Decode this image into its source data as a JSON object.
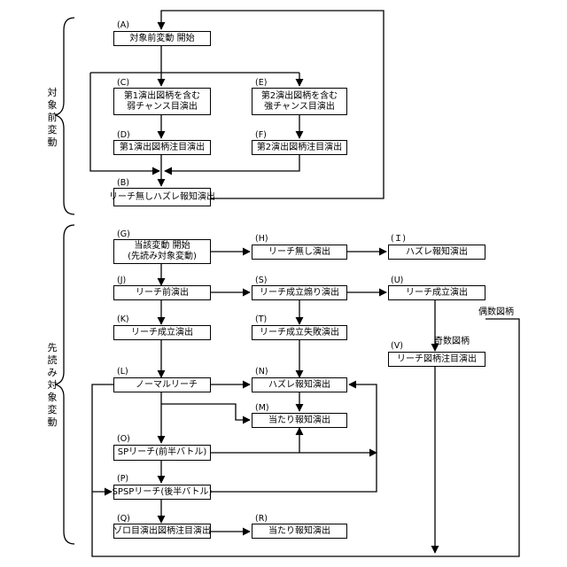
{
  "phases": {
    "target_pre": "対象前変動",
    "prefetch_target": "先読み対象変動"
  },
  "nodes": {
    "A": {
      "tag": "(A)",
      "lines": [
        "対象前変動 開始"
      ]
    },
    "C": {
      "tag": "(C)",
      "lines": [
        "第1演出図柄を含む",
        "弱チャンス目演出"
      ]
    },
    "E": {
      "tag": "(E)",
      "lines": [
        "第2演出図柄を含む",
        "強チャンス目演出"
      ]
    },
    "D": {
      "tag": "(D)",
      "lines": [
        "第1演出図柄注目演出"
      ]
    },
    "F": {
      "tag": "(F)",
      "lines": [
        "第2演出図柄注目演出"
      ]
    },
    "B": {
      "tag": "(B)",
      "lines": [
        "リーチ無しハズレ報知演出"
      ]
    },
    "G": {
      "tag": "(G)",
      "lines": [
        "当該変動 開始",
        "(先読み対象変動)"
      ]
    },
    "H": {
      "tag": "(H)",
      "lines": [
        "リーチ無し演出"
      ]
    },
    "I": {
      "tag": "(Ｉ)",
      "lines": [
        "ハズレ報知演出"
      ]
    },
    "J": {
      "tag": "(J)",
      "lines": [
        "リーチ前演出"
      ]
    },
    "S": {
      "tag": "(S)",
      "lines": [
        "リーチ成立煽り演出"
      ]
    },
    "U": {
      "tag": "(U)",
      "lines": [
        "リーチ成立演出"
      ]
    },
    "K": {
      "tag": "(K)",
      "lines": [
        "リーチ成立演出"
      ]
    },
    "T": {
      "tag": "(T)",
      "lines": [
        "リーチ成立失敗演出"
      ]
    },
    "V": {
      "tag": "(V)",
      "lines": [
        "リーチ図柄注目演出"
      ]
    },
    "L": {
      "tag": "(L)",
      "lines": [
        "ノーマルリーチ"
      ]
    },
    "N": {
      "tag": "(N)",
      "lines": [
        "ハズレ報知演出"
      ]
    },
    "M": {
      "tag": "(M)",
      "lines": [
        "当たり報知演出"
      ]
    },
    "O": {
      "tag": "(O)",
      "lines": [
        "SPリーチ(前半バトル)"
      ]
    },
    "P": {
      "tag": "(P)",
      "lines": [
        "SPSPリーチ(後半バトル)"
      ]
    },
    "Q": {
      "tag": "(Q)",
      "lines": [
        "ゾロ目演出図柄注目演出"
      ]
    },
    "R": {
      "tag": "(R)",
      "lines": [
        "当たり報知演出"
      ]
    }
  },
  "edge_labels": {
    "odd": "奇数図柄",
    "even": "偶数図柄"
  }
}
